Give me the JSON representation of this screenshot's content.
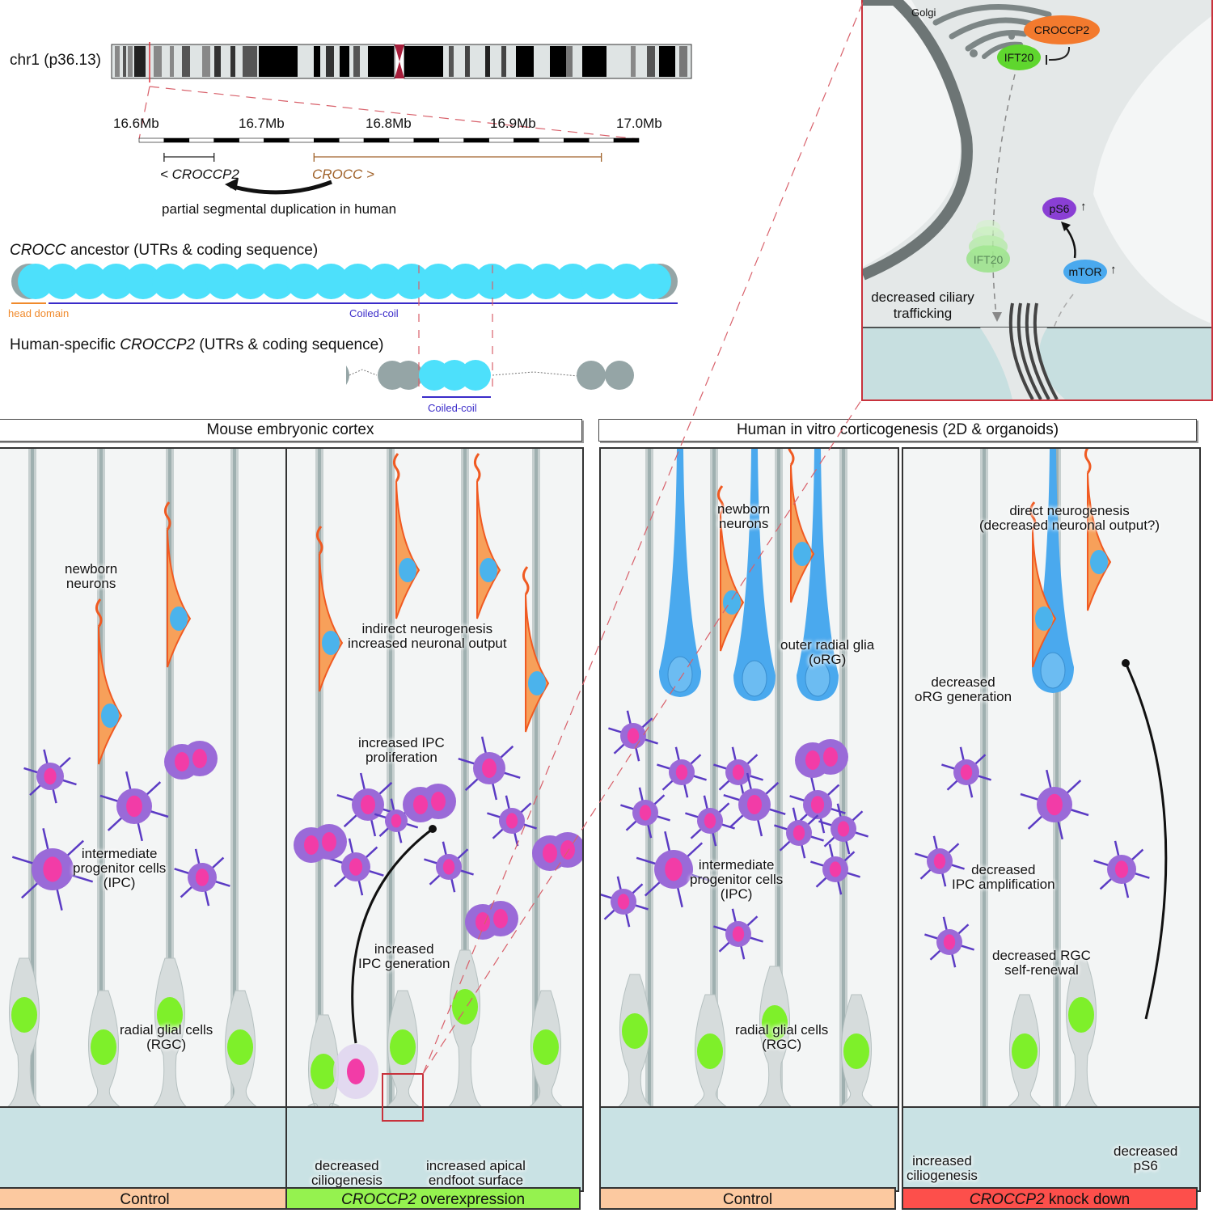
{
  "genome": {
    "chromosome_label": "chr1 (p36.13)",
    "scale_ticks": [
      "16.6Mb",
      "16.7Mb",
      "16.8Mb",
      "16.9Mb",
      "17.0Mb"
    ],
    "genes": [
      {
        "name": "CROCCP2",
        "label": "< CROCCP2",
        "color": "#222222",
        "start_mb": 16.62,
        "end_mb": 16.66
      },
      {
        "name": "CROCC",
        "label": "CROCC >",
        "color": "#a0622a",
        "start_mb": 16.74,
        "end_mb": 16.97
      }
    ],
    "duplication_label": "partial segmental duplication in human"
  },
  "protein": {
    "ancestor_title_italic": "CROCC",
    "ancestor_title_rest": " ancestor (UTRs & coding sequence)",
    "ancestor_exon_count": 24,
    "head_domain_label": "head domain",
    "coiled_coil_label": "Coiled-coil",
    "human_title_prefix": "Human-specific ",
    "human_title_italic": "CROCCP2",
    "human_title_rest": " (UTRs & coding sequence)",
    "human_coiled_coil_label": "Coiled-coil",
    "colors": {
      "exon": "#4de0fb",
      "utr": "#95a5a6",
      "head": "#f08a2c",
      "coil": "#3a2bc9"
    }
  },
  "inset": {
    "golgi_label": "Golgi",
    "croccp2_label": "CROCCP2",
    "ift20_label": "IFT20",
    "ift20_cilia_label": "IFT20",
    "pS6_label": "pS6",
    "mtor_label": "mTOR",
    "up_arrow": "↑",
    "trafficking_label_1": "decreased ciliary",
    "trafficking_label_2": "trafficking"
  },
  "sections": {
    "mouse_header": "Mouse embryonic cortex",
    "human_header": "Human in vitro corticogenesis (2D & organoids)"
  },
  "panels": [
    {
      "footer": "Control",
      "footer_italic": "",
      "footer_color": "#fcc9a0",
      "labels": {
        "neurons_1": "newborn",
        "neurons_2": "neurons",
        "ipc_1": "intermediate",
        "ipc_2": "progenitor cells",
        "ipc_3": "(IPC)",
        "rgc_1": "radial glial cells",
        "rgc_2": "(RGC)"
      }
    },
    {
      "footer": " overexpression",
      "footer_italic": "CROCCP2",
      "footer_color": "#95f24f",
      "labels": {
        "neuro_1": "indirect neurogenesis",
        "neuro_2": "increased neuronal output",
        "prolif_1": "increased IPC",
        "prolif_2": "proliferation",
        "gen_1": "increased",
        "gen_2": "IPC generation",
        "cilio_1": "decreased",
        "cilio_2": "ciliogenesis",
        "endfoot_1": "increased apical",
        "endfoot_2": "endfoot surface"
      }
    },
    {
      "footer": "Control",
      "footer_italic": "",
      "footer_color": "#fcc9a0",
      "labels": {
        "neurons_1": "newborn",
        "neurons_2": "neurons",
        "org_1": "outer radial glia",
        "org_2": "(oRG)",
        "ipc_1": "intermediate",
        "ipc_2": "progenitor cells",
        "ipc_3": "(IPC)",
        "rgc_1": "radial glial cells",
        "rgc_2": "(RGC)"
      }
    },
    {
      "footer": " knock down",
      "footer_italic": "CROCCP2",
      "footer_color": "#fd4f4b",
      "labels": {
        "direct_1": "direct neurogenesis",
        "direct_2": "(decreased neuronal output?)",
        "org_1": "decreased",
        "org_2": "oRG generation",
        "ipc_1": "decreased",
        "ipc_2": "IPC amplification",
        "rgc_1": "decreased RGC",
        "rgc_2": "self-renewal",
        "cilio_1": "increased",
        "cilio_2": "ciliogenesis",
        "ps6_1": "decreased",
        "ps6_2": "pS6"
      }
    }
  ],
  "cell_colors": {
    "neuron": "#f7a05a",
    "neuron_edge": "#f05a22",
    "neuron_nucleus": "#4bb3ec",
    "ipc": "#9a6ad8",
    "ipc_edge": "#5b3bc4",
    "ipc_nucleus": "#f23ca7",
    "rgc": "#d6dcdc",
    "rgc_nucleus": "#7ef02a",
    "org": "#4aa9ee",
    "highlight": "#c8323c"
  }
}
